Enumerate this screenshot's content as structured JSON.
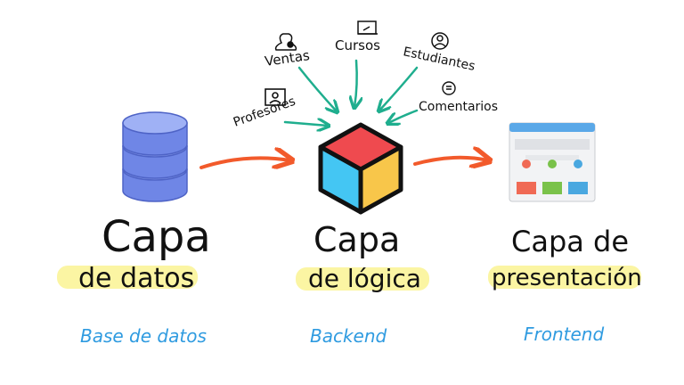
{
  "modules": {
    "ventas": "Ventas",
    "cursos": "Cursos",
    "estudiantes": "Estudiantes",
    "profesores": "Profesores",
    "comentarios": "Comentarios"
  },
  "layers": {
    "datos": {
      "line1": "Capa",
      "line2": "de datos",
      "tech": "Base de datos"
    },
    "logica": {
      "line1": "Capa",
      "line2": "de lógica",
      "tech": "Backend"
    },
    "presentacion": {
      "line1": "Capa de",
      "line2": "presentación",
      "tech": "Frontend"
    }
  },
  "colors": {
    "arrow_orange": "#f25a2b",
    "arrow_teal": "#1fae8e",
    "highlight_yellow": "#fbf5a3",
    "db_blue": "#6f86e6",
    "tech_blue": "#2f9be0"
  }
}
